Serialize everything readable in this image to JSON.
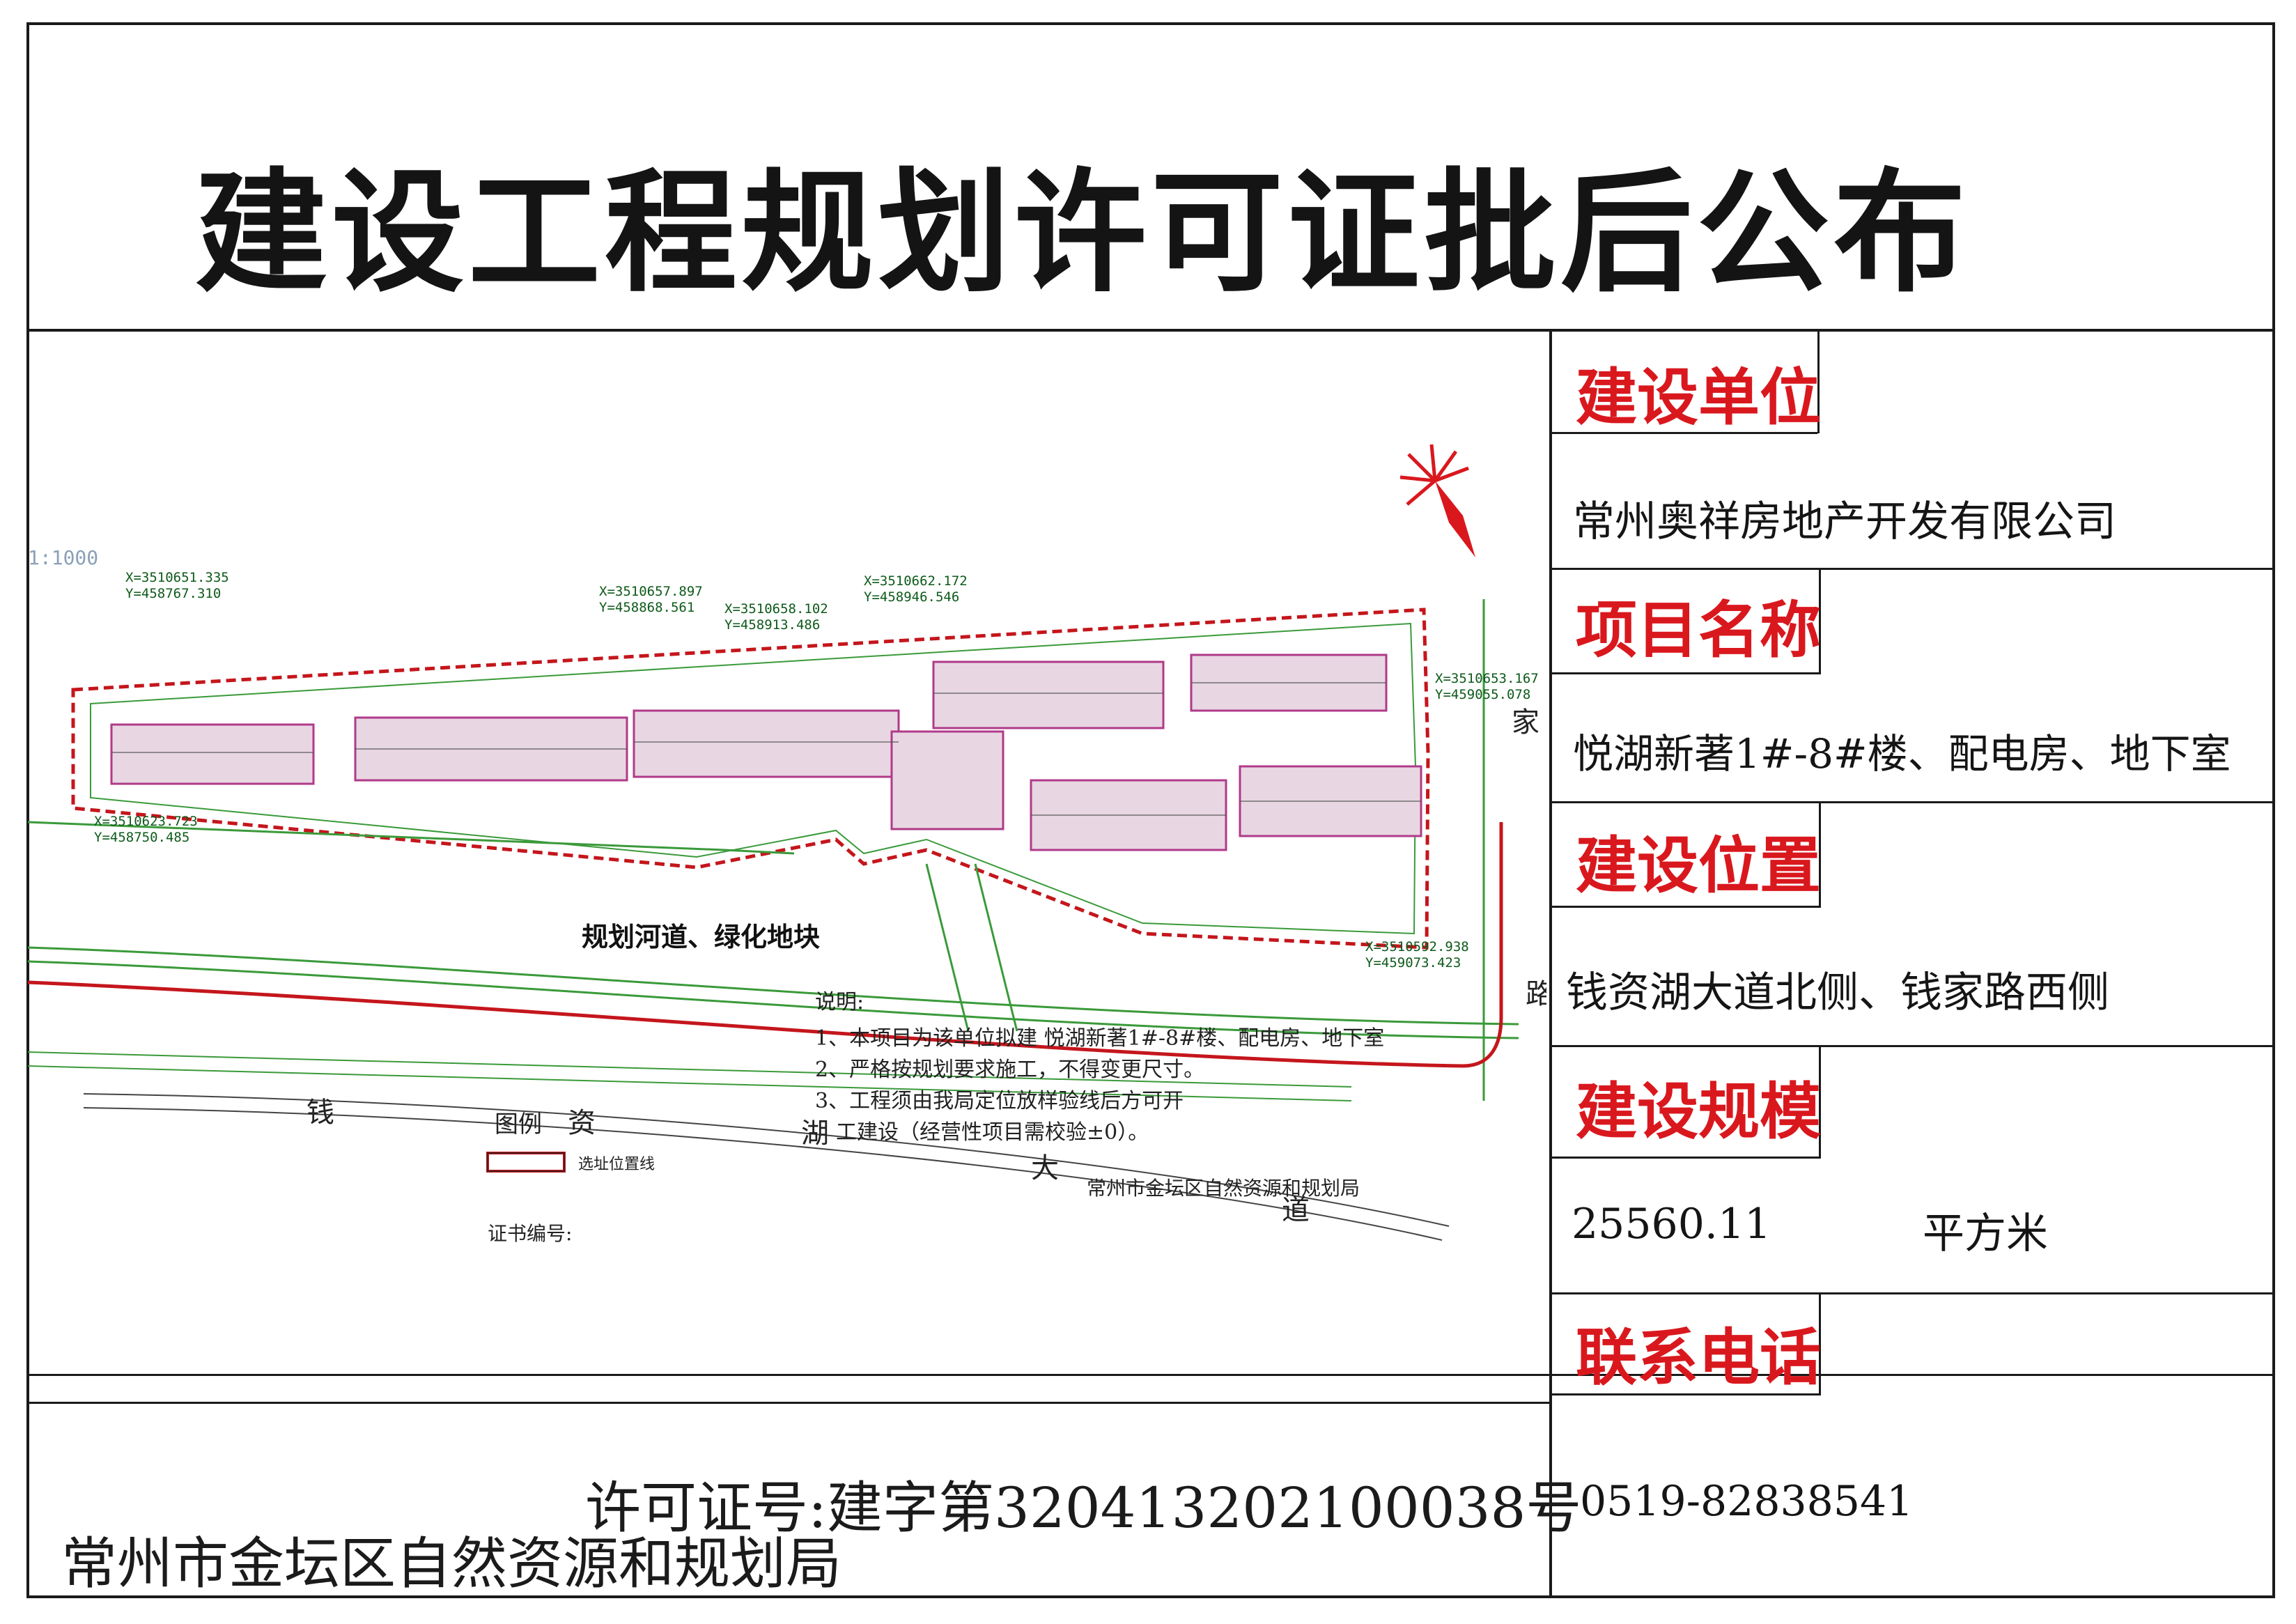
{
  "document": {
    "title": "建设工程规划许可证批后公布",
    "fields": {
      "unit_label": "建设单位",
      "unit_value": "常州奥祥房地产开发有限公司",
      "project_label": "项目名称",
      "project_value": "悦湖新著1#-8#楼、配电房、地下室",
      "location_label": "建设位置",
      "location_value": "钱资湖大道北侧、钱家路西侧",
      "scale_label": "建设规模",
      "scale_value": "25560.11",
      "scale_unit": "平方米",
      "phone_label": "联系电话",
      "phone_value": "0519-82838541"
    },
    "permit_no": "许可证号:建字第320413202100038号",
    "issuer": "常州市金坛区自然资源和规划局"
  },
  "plan": {
    "scale": "1:1000",
    "river_label": "规划河道、绿化地块",
    "notes_title": "说明:",
    "notes": [
      "1、本项目为该单位拟建 悦湖新著1#-8#楼、配电房、地下室",
      "2、严格按规划要求施工，不得变更尺寸。",
      "3、工程须由我局定位放样验线后方可开",
      "工建设（经营性项目需校验±0）。"
    ],
    "notes_issuer": "常州市金坛区自然资源和规划局",
    "legend_title": "图例",
    "legend_item": "选址位置线",
    "cert_label": "证书编号:",
    "road_chars_main": [
      "钱",
      "资",
      "湖",
      "大",
      "道"
    ],
    "road_chars_side": [
      "家",
      "路"
    ],
    "coords": [
      "X=3510651.335",
      "Y=458767.310",
      "X=3510657.897",
      "Y=458868.561",
      "X=3510658.102",
      "Y=458913.486",
      "X=3510662.172",
      "Y=458946.546",
      "X=3510623.723",
      "Y=458750.485",
      "X=3510592.938",
      "Y=459073.423",
      "X=3510653.167",
      "Y=459055.078"
    ]
  },
  "colors": {
    "label_red": "#d9181e",
    "boundary": "#c4161c",
    "road_green": "#3a9a3a",
    "building": "#b03a8a"
  }
}
